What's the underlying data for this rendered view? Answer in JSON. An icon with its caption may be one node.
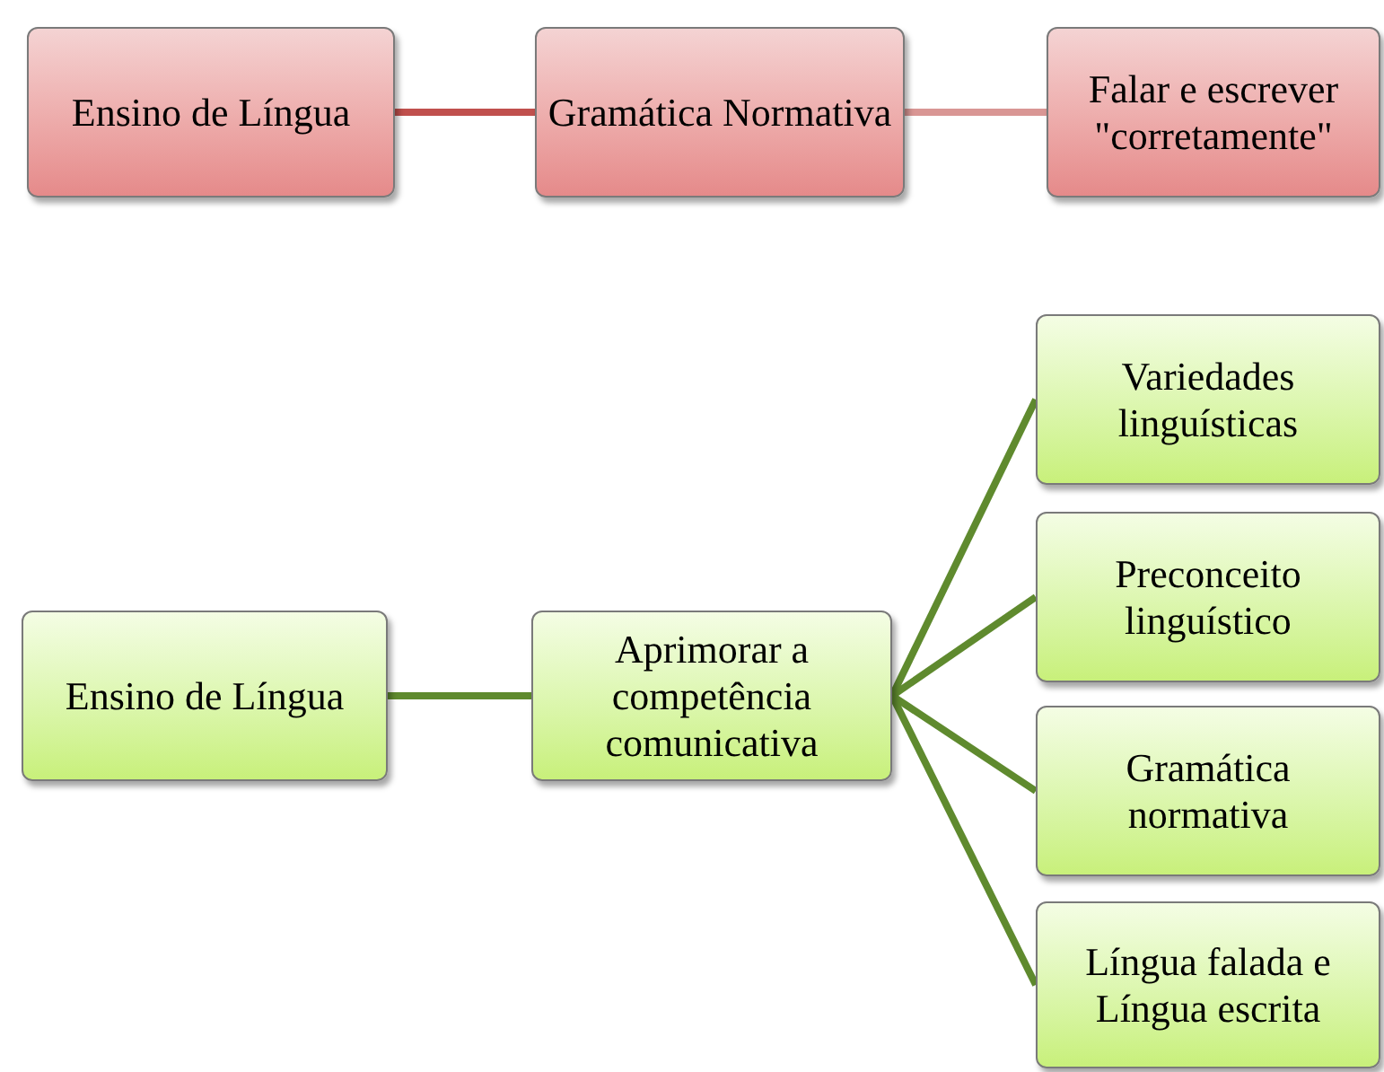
{
  "diagram": {
    "nodes": [
      {
        "text": [
          "Ensino de Língua"
        ]
      },
      {
        "text": [
          "Gramática Normativa"
        ]
      },
      {
        "text": [
          "Falar e escrever \"corretamente\""
        ]
      },
      {
        "text": [
          "Ensino de Língua"
        ]
      },
      {
        "text": [
          "Aprimorar a competência comunicativa"
        ]
      },
      {
        "text": [
          "Variedades linguísticas"
        ]
      },
      {
        "text": [
          "Preconceito linguístico"
        ]
      },
      {
        "text": [
          "Gramática normativa"
        ]
      },
      {
        "text": [
          "Língua falada e Língua escrita"
        ]
      }
    ],
    "edges": [
      {
        "from": 0,
        "to": 1,
        "arrow": "none",
        "color": "#c0504d"
      },
      {
        "from": 1,
        "to": 2,
        "arrow": "none",
        "color": "#d99694"
      },
      {
        "from": 3,
        "to": 4,
        "arrow": "none"
      },
      {
        "from": 4,
        "to": 5,
        "arrow": "none"
      },
      {
        "from": 4,
        "to": 6,
        "arrow": "none"
      },
      {
        "from": 4,
        "to": 7,
        "arrow": "none"
      },
      {
        "from": 4,
        "to": 8,
        "arrow": "none"
      }
    ]
  }
}
